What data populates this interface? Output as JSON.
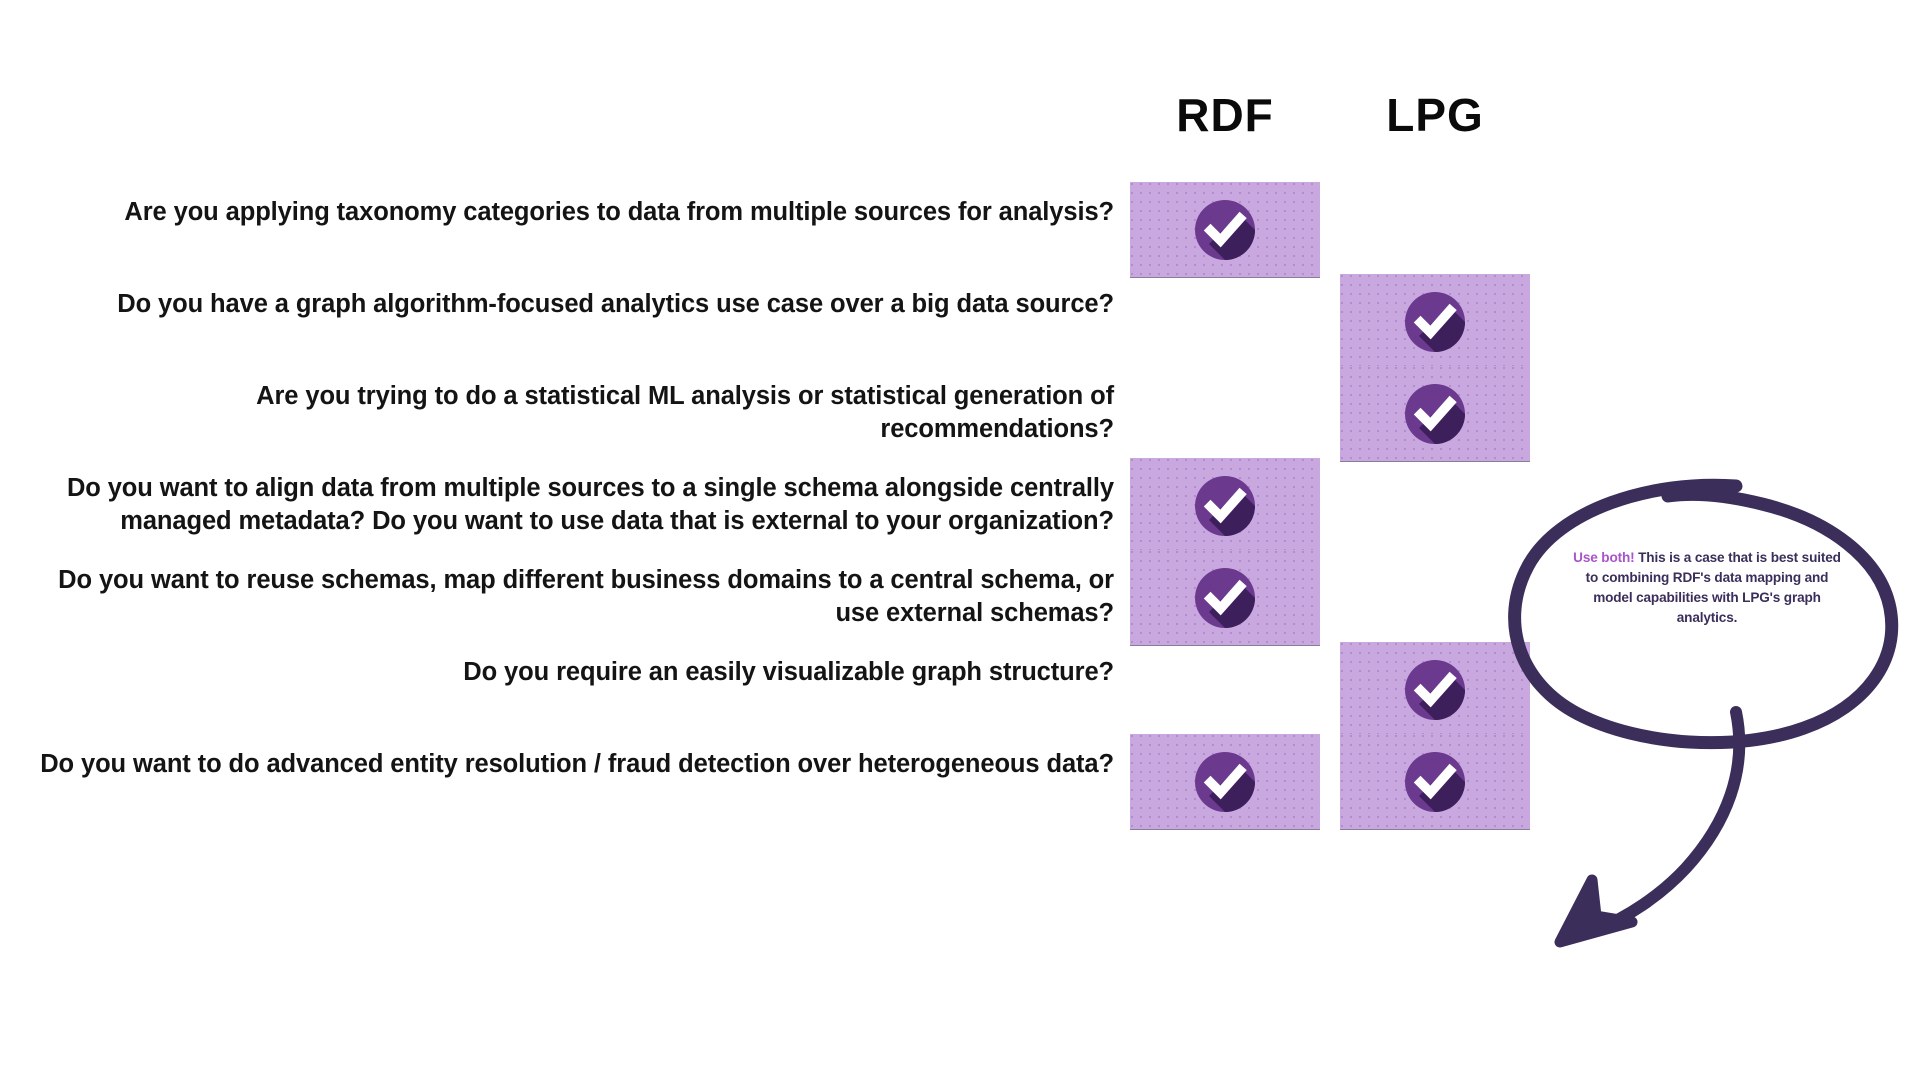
{
  "columns": [
    {
      "id": "rdf",
      "label": "RDF"
    },
    {
      "id": "lpg",
      "label": "LPG"
    }
  ],
  "rows": [
    {
      "question": "Are you applying taxonomy categories to data from multiple sources for analysis?",
      "rdf": true,
      "lpg": false
    },
    {
      "question": "Do you have a graph algorithm-focused analytics use case over a big data source?",
      "rdf": false,
      "lpg": true
    },
    {
      "question": "Are you trying to do a statistical ML analysis or statistical generation of recommendations?",
      "rdf": false,
      "lpg": true
    },
    {
      "question": "Do you want to align data from multiple sources to a single schema alongside centrally managed metadata? Do you want to use data that is external to your organization?",
      "rdf": true,
      "lpg": false
    },
    {
      "question": "Do you want to reuse schemas, map different business domains to a central schema, or use external schemas?",
      "rdf": true,
      "lpg": false
    },
    {
      "question": "Do you require an easily visualizable graph structure?",
      "rdf": false,
      "lpg": true
    },
    {
      "question": "Do you want to do advanced entity resolution / fraud detection over heterogeneous data?",
      "rdf": true,
      "lpg": true
    }
  ],
  "annotation": {
    "lead": "Use both!",
    "body": " This is a case that is best suited to combining RDF's data mapping and model capabilities with LPG's graph analytics.",
    "full_text": "Use both! This is a case that is best suited to combining RDF's data mapping and model capabilities with LPG's graph analytics.",
    "target_row_index": 6,
    "target_column": "lpg"
  },
  "icons": {
    "check": "check-circle-icon",
    "callout": "hand-drawn-ellipse-callout",
    "arrow": "curved-arrow-icon"
  },
  "colors": {
    "cell_background": "#c9a8e0",
    "check_circle": "#6b3a8f",
    "check_circle_shadow": "#3d1f5c",
    "check_mark": "#ffffff",
    "question_text": "#141414",
    "header_text": "#0a0a0a",
    "annotation_ink": "#3b2e5a",
    "annotation_lead": "#a855c9",
    "page_background": "#ffffff"
  }
}
